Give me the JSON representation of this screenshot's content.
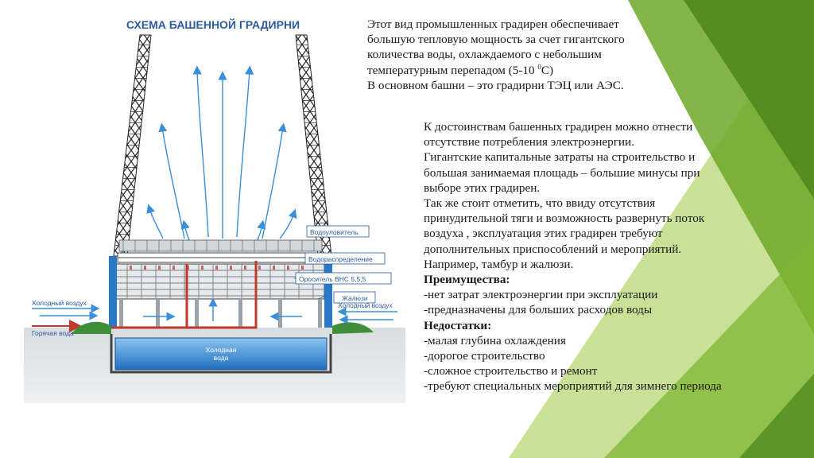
{
  "colors": {
    "green_dark": "#4f8a1f",
    "green_mid": "#6ea829",
    "green_light": "#9cc83f",
    "water": "#2a78c8",
    "steel": "#2a2a2a",
    "pipe": "#c0392b",
    "label": "#2b5b9e"
  },
  "diagram": {
    "title": "СХЕМА БАШЕННОЙ ГРАДИРНИ",
    "labels": {
      "drift": "Водоуловитель",
      "distribution": "Водораспределение",
      "fill": "Ороситель ВНС 5,5,5",
      "louvers": "Жалюзи",
      "cold_air_left": "Холодный воздух",
      "cold_air_right": "Холодный воздух",
      "hot_water": "Горячая вода",
      "basin_line1": "Холодная",
      "basin_line2": "вода"
    }
  },
  "intro": {
    "line1": "Этот вид промышленных градирен обеспечивает",
    "line2": "большую тепловую мощность за счет гигантского",
    "line3": "количества воды, охлаждаемого с небольшим",
    "line4_pre": "температурным перепадом (5-10 ",
    "line4_sup": "0",
    "line4_post": "С)",
    "line5": "В основном башни – это градирни ТЭЦ или АЭС."
  },
  "body": {
    "lines": [
      "К достоинствам башенных градирен можно отнести",
      "отсутствие потребления электроэнергии.",
      "Гигантские капитальные затраты на строительство и",
      "большая занимаемая площадь – большие минусы при",
      "выборе этих градирен.",
      "Так же стоит отметить, что ввиду отсутствия",
      "принудительной тяги и возможность развернуть поток",
      "воздуха , эксплуатация этих  градирен требуют",
      "дополнительных приспособлений и мероприятий.",
      "Например, тамбур и жалюзи."
    ],
    "advantages_heading": "Преимущества:",
    "advantages": [
      "-нет затрат электроэнергии при эксплуатации",
      "-предназначены для больших расходов воды"
    ],
    "disadvantages_heading": "Недостатки:",
    "disadvantages": [
      "-малая глубина охлаждения",
      "-дорогое строительство",
      "-сложное строительство и ремонт",
      "-требуют специальных мероприятий для зимнего периода"
    ]
  }
}
